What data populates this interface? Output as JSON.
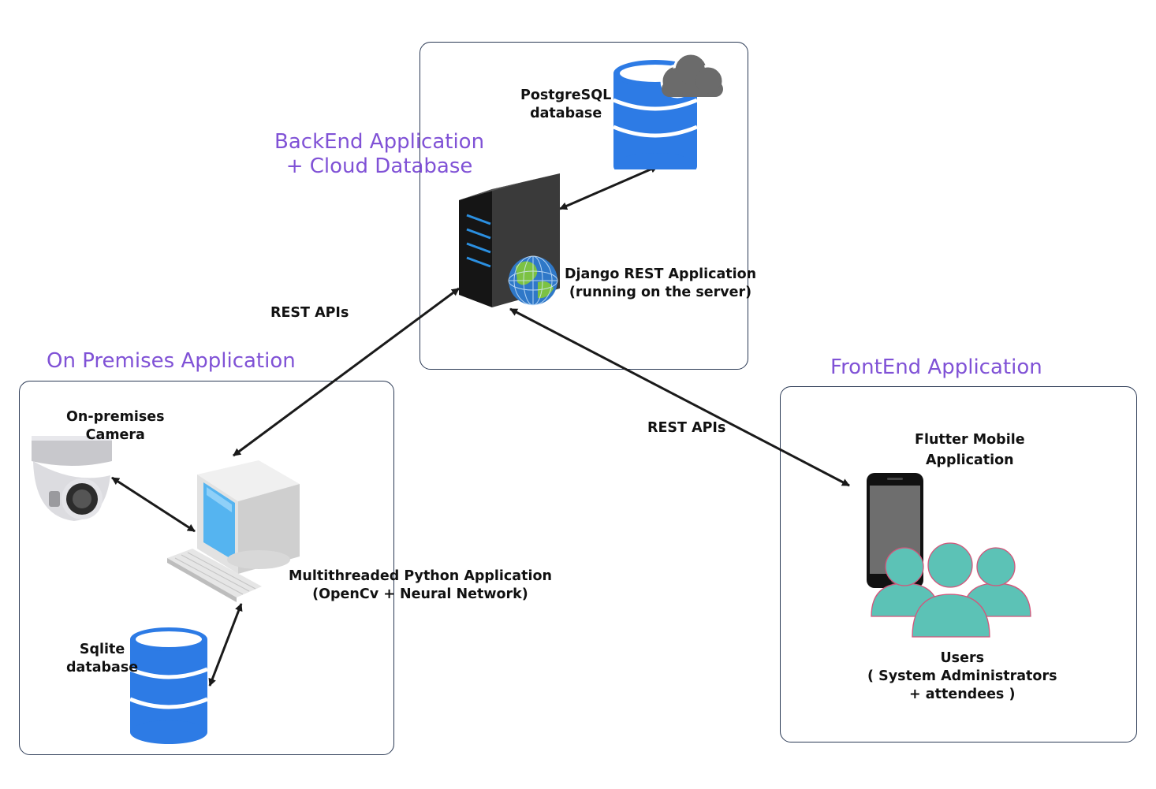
{
  "groups": {
    "backend": {
      "title_line1": "BackEnd Application",
      "title_line2": "+ Cloud Database"
    },
    "onprem": {
      "title": "On Premises Application"
    },
    "frontend": {
      "title": "FrontEnd Application"
    }
  },
  "nodes": {
    "postgres": {
      "line1": "PostgreSQL",
      "line2": "database",
      "icon": "cloud-database-icon"
    },
    "django": {
      "line1": "Django REST Application",
      "line2": "(running on the server)",
      "icon": "server-globe-icon"
    },
    "camera": {
      "line1": "On-premises",
      "line2": "Camera",
      "icon": "security-camera-icon"
    },
    "python_app": {
      "line1": "Multithreaded Python Application",
      "line2": "(OpenCv + Neural Network)",
      "icon": "desktop-computer-icon"
    },
    "sqlite": {
      "line1": "Sqlite",
      "line2": "database",
      "icon": "database-icon"
    },
    "flutter": {
      "line1": "Flutter Mobile",
      "line2": "Application",
      "icon": "smartphone-icon"
    },
    "users": {
      "line1": "Users",
      "line2": "( System Administrators",
      "line3": "+ attendees )",
      "icon": "users-group-icon"
    }
  },
  "edges": {
    "rest_left": {
      "label": "REST APIs"
    },
    "rest_right": {
      "label": "REST APIs"
    }
  },
  "colors": {
    "group_title": "#8052d6",
    "panel_border": "#2b3a55",
    "database_blue": "#2d7be5",
    "cloud_gray": "#6b6b6b",
    "server_dark": "#2e2e2e",
    "user_teal": "#5cc2b6"
  }
}
